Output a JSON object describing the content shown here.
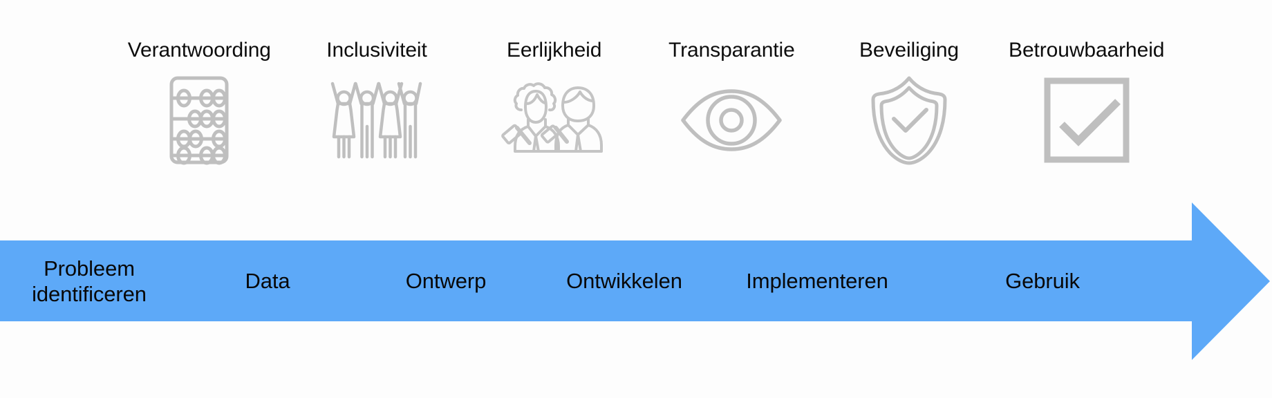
{
  "colors": {
    "arrow_blue": "#5DA9F8",
    "icon_gray": "#BFBFBF",
    "text_black": "#0d0d0d",
    "background": "#fdfdfd"
  },
  "principles": [
    {
      "label": "Verantwoording",
      "icon": "abacus-icon"
    },
    {
      "label": "Inclusiviteit",
      "icon": "people-raised-arms-icon"
    },
    {
      "label": "Eerlijkheid",
      "icon": "judges-gavel-icon"
    },
    {
      "label": "Transparantie",
      "icon": "eye-icon"
    },
    {
      "label": "Beveiliging",
      "icon": "shield-check-icon"
    },
    {
      "label": "Betrouwbaarheid",
      "icon": "checkbox-check-icon"
    }
  ],
  "process": {
    "stages": [
      {
        "label": "Probleem identificeren"
      },
      {
        "label": "Data"
      },
      {
        "label": "Ontwerp"
      },
      {
        "label": "Ontwikkelen"
      },
      {
        "label": "Implementeren"
      },
      {
        "label": "Gebruik"
      }
    ]
  }
}
